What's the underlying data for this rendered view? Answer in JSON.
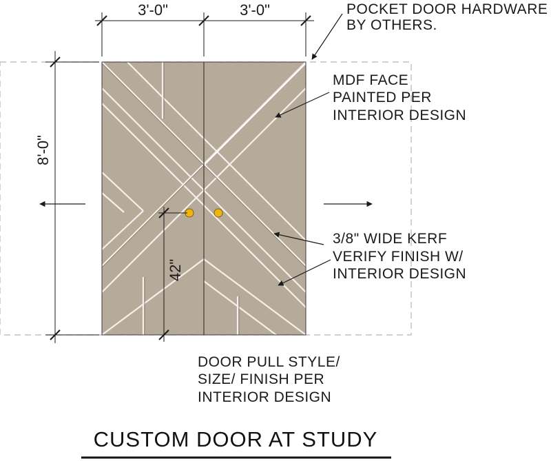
{
  "drawing": {
    "title": "CUSTOM DOOR AT STUDY",
    "colors": {
      "door_face": "#b6aa9a",
      "kerf": "#f5f1ea",
      "door_pull": "#f2b50f",
      "ink": "#1a1a1a",
      "dashed_outline": "#b5b5b5"
    },
    "dimensions": {
      "left_leaf_width": "3'-0\"",
      "right_leaf_width": "3'-0\"",
      "door_height": "8'-0\"",
      "pull_height": "42\""
    },
    "notes": {
      "pocket_hardware": [
        "POCKET DOOR HARDWARE",
        "BY OTHERS."
      ],
      "mdf_face": [
        "MDF FACE",
        "PAINTED PER",
        "INTERIOR DESIGN"
      ],
      "kerf": [
        "3/8\" WIDE KERF",
        "VERIFY FINISH W/",
        "INTERIOR DESIGN"
      ],
      "door_pull": [
        "DOOR PULL STYLE/",
        "SIZE/ FINISH PER",
        "INTERIOR DESIGN"
      ]
    }
  }
}
